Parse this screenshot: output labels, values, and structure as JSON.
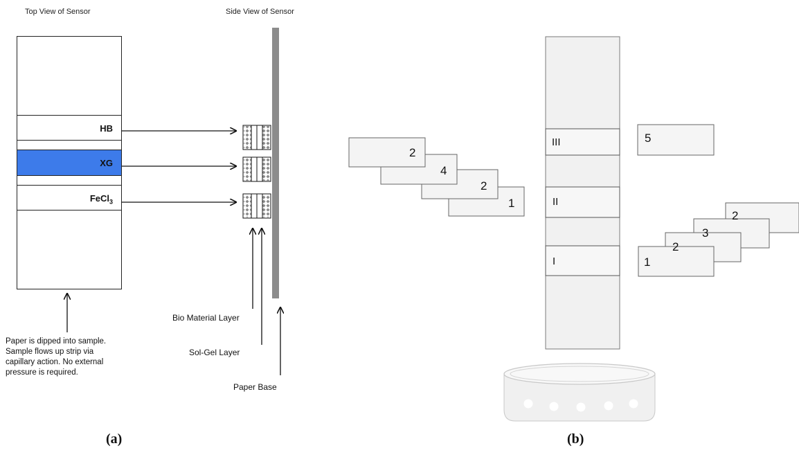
{
  "panel_a": {
    "top_view_title": "Top View of Sensor",
    "side_view_title": "Side View of Sensor",
    "bands": [
      {
        "label": "HB",
        "color": "#ffffff"
      },
      {
        "label": "XG",
        "color": "#3d7bea"
      },
      {
        "label": "FeCl",
        "subscript": "3",
        "color": "#ffffff"
      }
    ],
    "note": "Paper is dipped into sample. Sample flows up strip via capillary action. No external pressure is required.",
    "layer_labels": {
      "bio": "Bio Material Layer",
      "solgel": "Sol-Gel Layer",
      "base": "Paper Base"
    },
    "caption": "(a)"
  },
  "panel_b": {
    "zone_labels": [
      "III",
      "II",
      "I"
    ],
    "right_top_box": "5",
    "left_stack": [
      "2",
      "4",
      "2",
      "1"
    ],
    "right_stack": [
      "1",
      "2",
      "3",
      "2"
    ],
    "caption": "(b)"
  }
}
